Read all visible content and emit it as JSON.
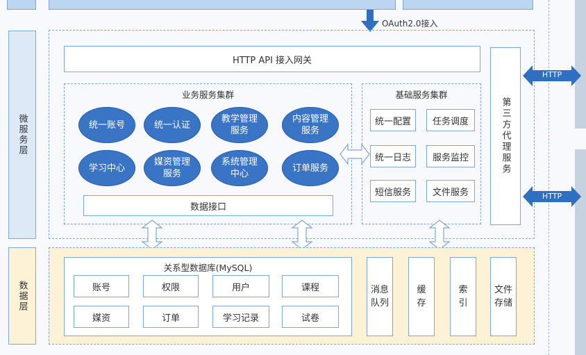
{
  "oauth_label": "OAuth2.0接入",
  "micro_layer": {
    "side_label": "微服务层",
    "gateway": "HTTP API 接入网关",
    "biz_cluster": {
      "title": "业务服务集群",
      "services": [
        "统一账号",
        "统一认证",
        "教学管理\n服务",
        "内容管理\n服务",
        "学习中心",
        "媒资管理\n服务",
        "系统管理\n中心",
        "订单服务"
      ],
      "data_interface": "数据接口"
    },
    "base_cluster": {
      "title": "基础服务集群",
      "services": [
        "统一配置",
        "任务调度",
        "统一日志",
        "服务监控",
        "短信服务",
        "文件服务"
      ]
    },
    "proxy": "第三方代理服务",
    "http_top": "HTTP",
    "http_bottom": "HTTP"
  },
  "data_layer": {
    "side_label": "数据层",
    "db_title": "关系型数据库(MySQL)",
    "tables": [
      "账号",
      "权限",
      "用户",
      "课程",
      "媒资",
      "订单",
      "学习记录",
      "试卷"
    ],
    "stores": [
      "消息\n队列",
      "缓\n存",
      "索\n引",
      "文件\n存储"
    ]
  },
  "colors": {
    "accent": "#3a74c4",
    "light_blue": "#dde9f7",
    "light_yellow": "#fdf1d6",
    "border": "#7fa6d4"
  }
}
